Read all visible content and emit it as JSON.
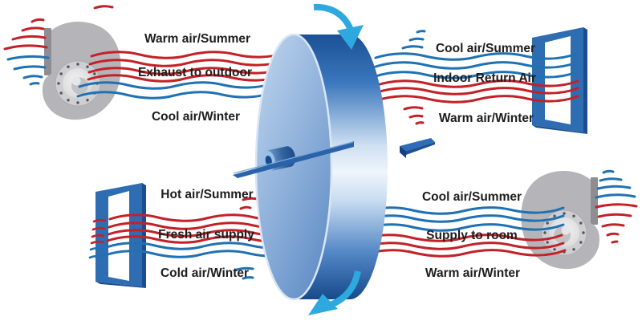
{
  "diagram_title": "Rotary heat exchange wheel airflow diagram",
  "streams": {
    "exhaust": {
      "summer": "Warm air/Summer",
      "name": "Exhaust to outdoor",
      "winter": "Cool air/Winter"
    },
    "indoor_return": {
      "summer": "Cool air/Summer",
      "name": "Indoor Return Air",
      "winter": "Warm air/Winter"
    },
    "fresh_supply": {
      "summer": "Hot air/Summer",
      "name": "Fresh air supply",
      "winter": "Cold air/Winter"
    },
    "room_supply": {
      "summer": "Cool air/Summer",
      "name": "Supply to room",
      "winter": "Warm air/Winter"
    }
  },
  "icons": {
    "rotation_top": "curved-arrow-clockwise",
    "rotation_bottom": "curved-arrow-clockwise",
    "exhaust_fan": "centrifugal-blower",
    "supply_fan": "centrifugal-blower",
    "return_window": "open-window-frame",
    "fresh_window": "open-window-frame"
  },
  "colors": {
    "warm_air": "#c32128",
    "cool_air": "#2071b2",
    "wheel_dark": "#1a4e92",
    "wheel_light": "#b7cfeb",
    "frame_blue": "#2e6db2",
    "fan_gray": "#b5b5b9",
    "rotation_arrow": "#2ea9e0",
    "label_text": "#1c1c1c"
  }
}
